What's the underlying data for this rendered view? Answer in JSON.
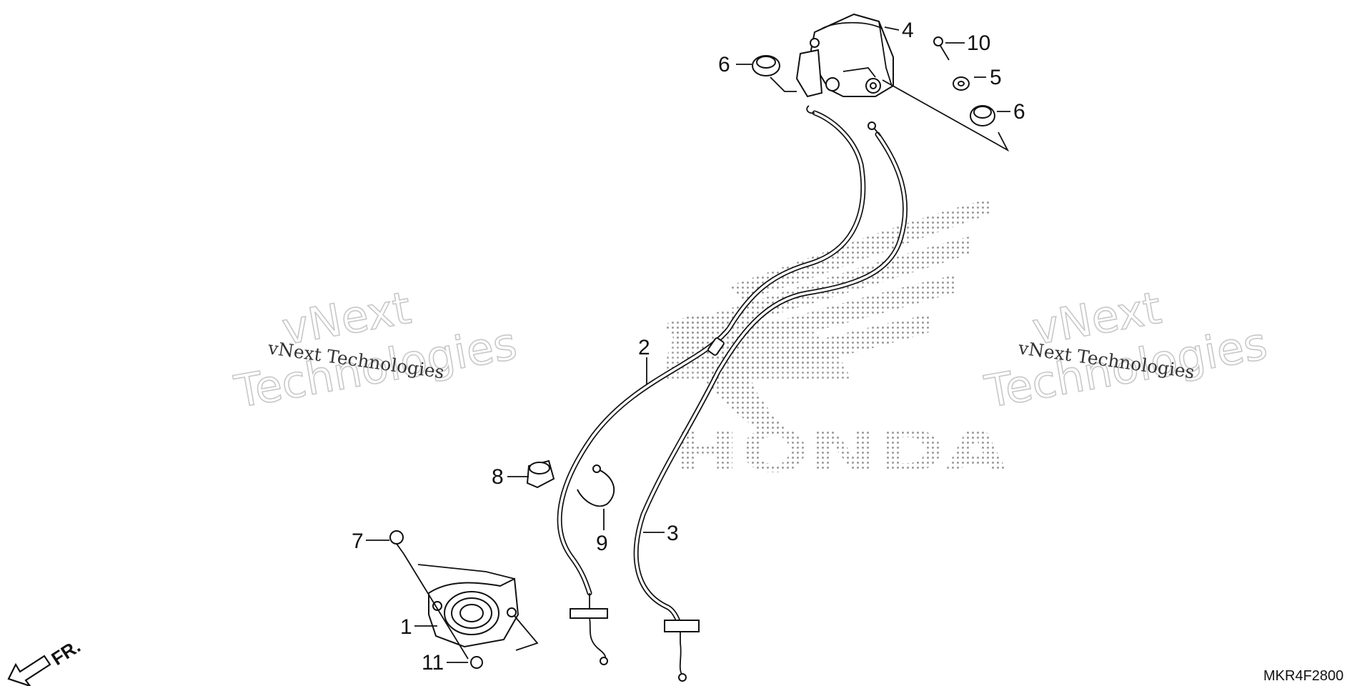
{
  "callouts": [
    "1",
    "2",
    "3",
    "4",
    "5",
    "6",
    "6",
    "7",
    "8",
    "9",
    "10",
    "11"
  ],
  "watermark": {
    "brand_line_1": "vNext",
    "brand_line_2": "Technologies",
    "brand_small": "vNext Technologies"
  },
  "logo_text": "HONDA",
  "direction_label": "FR.",
  "diagram_code": "MKR4F2800",
  "colors": {
    "ink": "#111111",
    "watermark": "#c8c8c8",
    "logo_dots": "#9a9a9a"
  }
}
